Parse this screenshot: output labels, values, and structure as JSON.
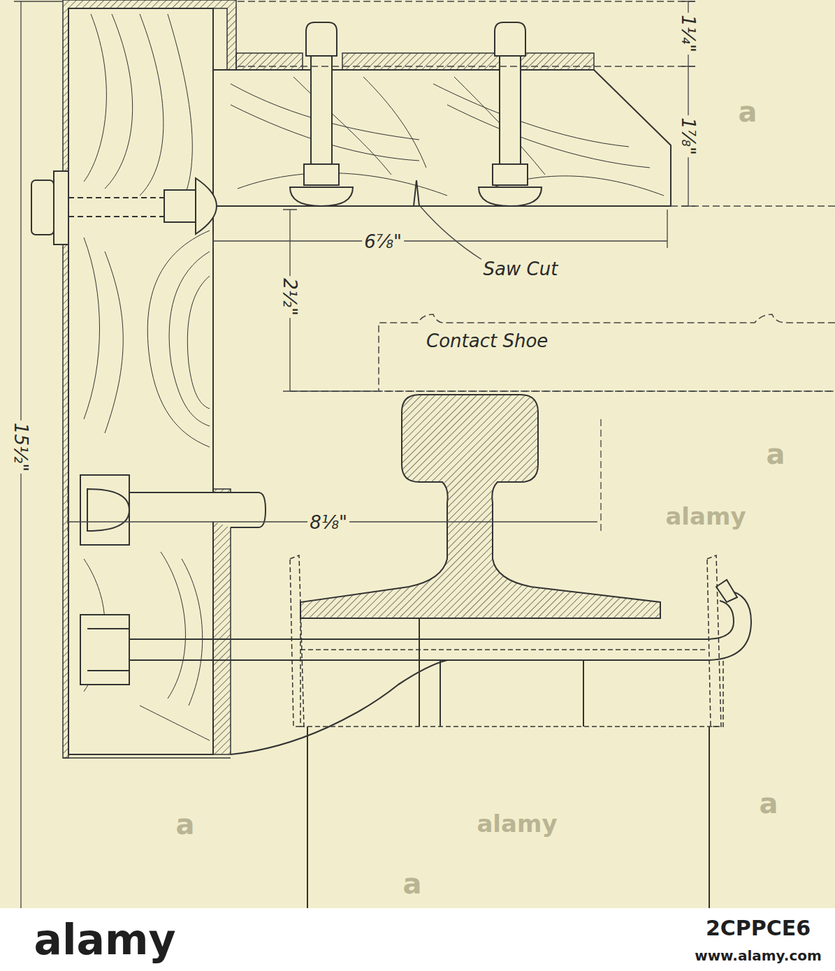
{
  "diagram": {
    "nodes": [
      {
        "text": [
          "Contact Shoe"
        ]
      }
    ],
    "labels": [
      "1¼\"",
      "1⅞\"",
      "6⅞\"",
      "Saw Cut",
      "2½\"",
      "15½\"",
      "8⅛\"",
      "alamy",
      "alamy",
      "a",
      "a",
      "a",
      "a",
      "a",
      "alamy",
      "2CPPCE6",
      "www.alamy.com"
    ]
  }
}
